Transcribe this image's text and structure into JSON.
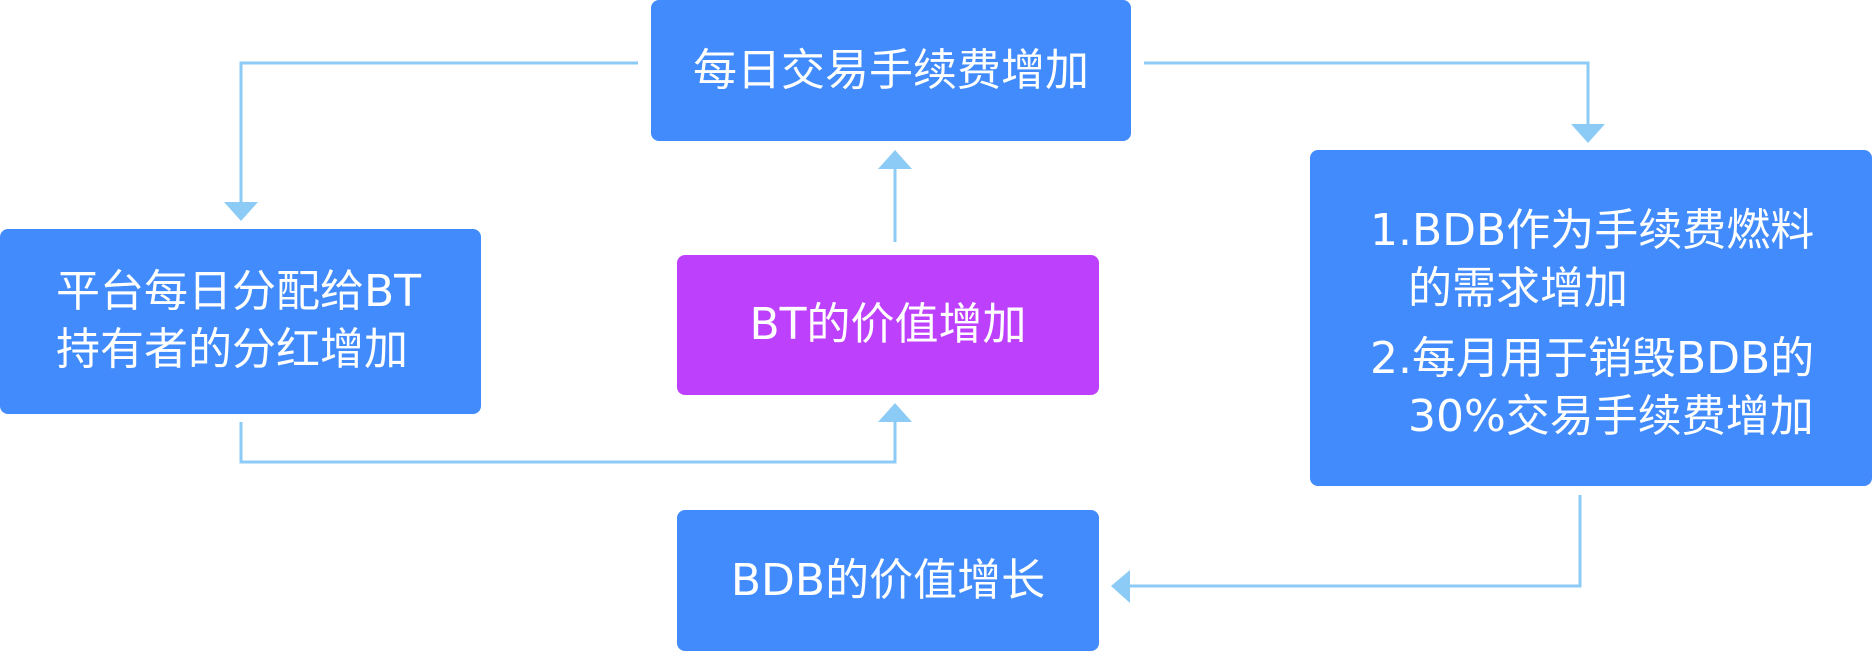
{
  "colors": {
    "box_blue": "#418bfd",
    "box_purple": "#bd40fd",
    "connector": "#8ccbf6",
    "text": "#ffffff"
  },
  "nodes": {
    "daily_fees": "每日交易手续费增加",
    "bt_value": "BT的价值增加",
    "bdb_value": "BDB的价值增长",
    "platform_dividends": {
      "line1": "平台每日分配给BT",
      "line2": "持有者的分红增加"
    },
    "bdb_demand": {
      "item1_line1": "1.BDB作为手续费燃料",
      "item1_line2": "的需求增加",
      "item2_line1": "2.每月用于销毁BDB的",
      "item2_line2": "30%交易手续费增加"
    }
  }
}
